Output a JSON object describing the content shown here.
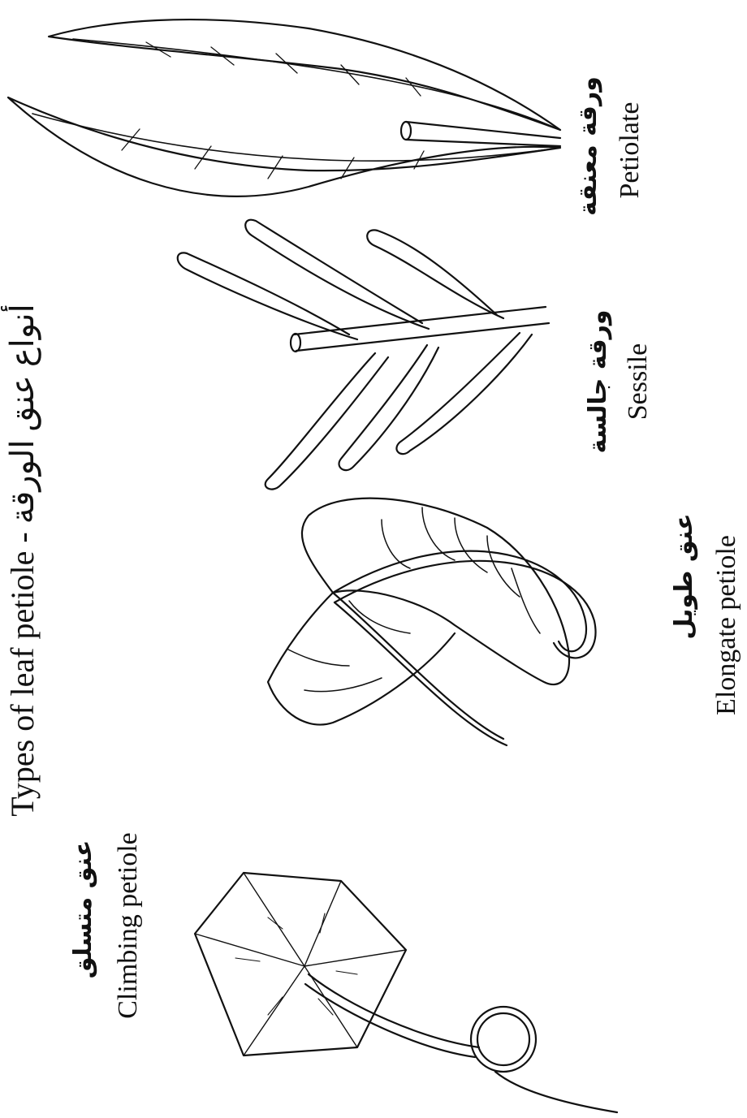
{
  "figure": {
    "title": "Types of leaf petiole - أنواع عنق الورقة",
    "panels": [
      {
        "id": "climbing",
        "label_en": "Climbing petiole",
        "label_ar": "عنق متسلق"
      },
      {
        "id": "elongate",
        "label_en": "Elongate petiole",
        "label_ar": "عنق طويل"
      },
      {
        "id": "sessile",
        "label_en": "Sessile",
        "label_ar": "ورقة جالسة"
      },
      {
        "id": "petiolate",
        "label_en": "Petiolate",
        "label_ar": "ورقة معنقة"
      }
    ]
  },
  "colors": {
    "ink": "#111111",
    "paper": "#ffffff"
  }
}
